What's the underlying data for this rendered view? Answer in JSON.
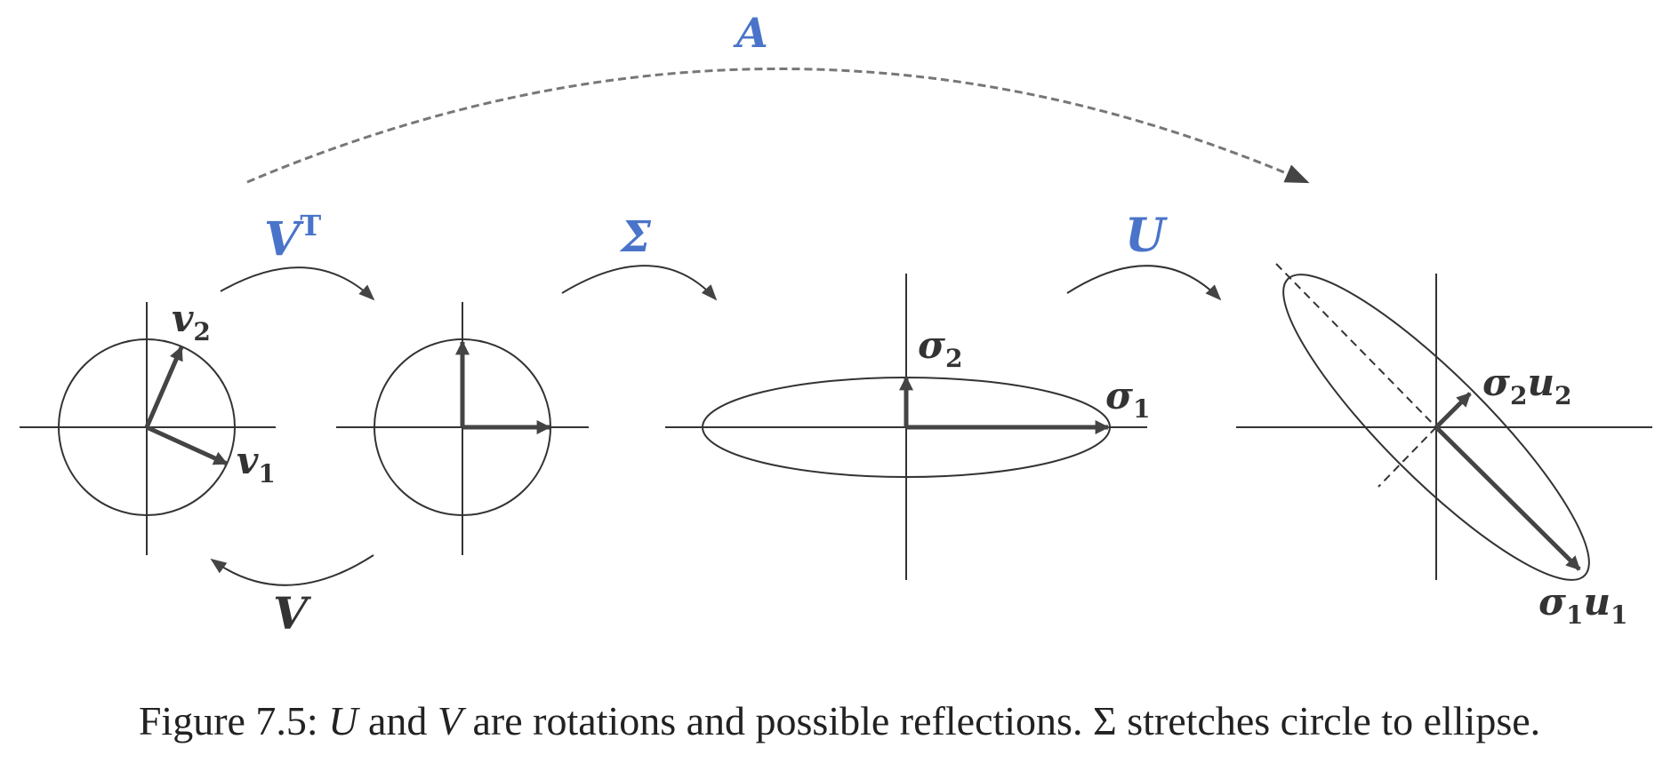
{
  "labels": {
    "A": "A",
    "VT_main": "V",
    "VT_sup": "T",
    "Sigma": "Σ",
    "U": "U",
    "V": "V",
    "v1_base": "v",
    "v1_sub": "1",
    "v2_base": "v",
    "v2_sub": "2",
    "sigma1_base": "σ",
    "sigma1_sub": "1",
    "sigma2_base": "σ",
    "sigma2_sub": "2",
    "s2u2_sigma": "σ",
    "s2u2_sigma_sub": "2",
    "s2u2_u": "u",
    "s2u2_u_sub": "2",
    "s1u1_sigma": "σ",
    "s1u1_sigma_sub": "1",
    "s1u1_u": "u",
    "s1u1_u_sub": "1"
  },
  "caption": {
    "prefix": "Figure 7.5: ",
    "u": "U",
    "and": " and ",
    "v": "V",
    "middle": " are rotations and possible reflections. ",
    "sigma": "Σ",
    "suffix": " stretches circle to ellipse."
  },
  "colors": {
    "label_blue": "#4a74c9",
    "ink": "#333333",
    "dashed_arc": "#777777"
  }
}
